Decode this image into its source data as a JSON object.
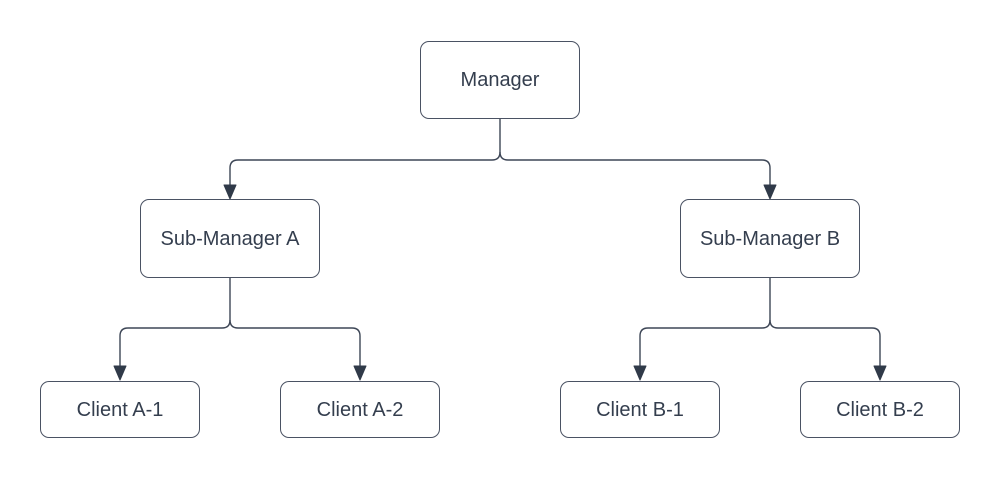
{
  "diagram": {
    "type": "org-chart-tree",
    "colors": {
      "background": "#ffffff",
      "node_fill": "#ffffff",
      "node_border": "#4a5263",
      "connector_line": "#3d4656",
      "arrowhead": "#303a49",
      "text": "#343e4e"
    },
    "nodes": [
      {
        "id": "manager",
        "label": "Manager",
        "level": 0,
        "parent": null
      },
      {
        "id": "sub_a",
        "label": "Sub-Manager A",
        "level": 1,
        "parent": "manager"
      },
      {
        "id": "sub_b",
        "label": "Sub-Manager B",
        "level": 1,
        "parent": "manager"
      },
      {
        "id": "client_a1",
        "label": "Client A-1",
        "level": 2,
        "parent": "sub_a"
      },
      {
        "id": "client_a2",
        "label": "Client A-2",
        "level": 2,
        "parent": "sub_a"
      },
      {
        "id": "client_b1",
        "label": "Client B-1",
        "level": 2,
        "parent": "sub_b"
      },
      {
        "id": "client_b2",
        "label": "Client B-2",
        "level": 2,
        "parent": "sub_b"
      }
    ],
    "edges": [
      {
        "from": "manager",
        "to": "sub_a",
        "arrow": "filled-triangle"
      },
      {
        "from": "manager",
        "to": "sub_b",
        "arrow": "filled-triangle"
      },
      {
        "from": "sub_a",
        "to": "client_a1",
        "arrow": "filled-triangle"
      },
      {
        "from": "sub_a",
        "to": "client_a2",
        "arrow": "filled-triangle"
      },
      {
        "from": "sub_b",
        "to": "client_b1",
        "arrow": "filled-triangle"
      },
      {
        "from": "sub_b",
        "to": "client_b2",
        "arrow": "filled-triangle"
      }
    ]
  }
}
